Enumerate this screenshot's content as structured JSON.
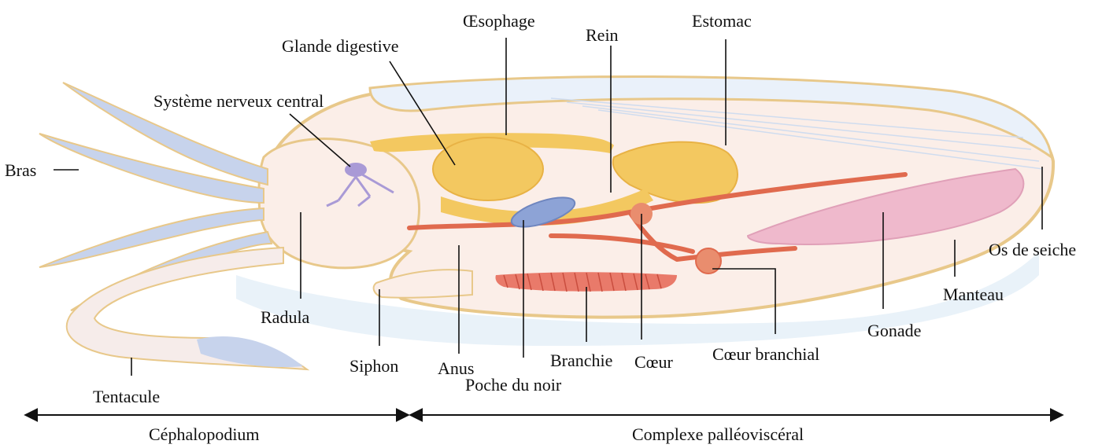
{
  "labels": {
    "bras": "Bras",
    "systeme_nerveux": "Système nerveux central",
    "glande_digestive": "Glande digestive",
    "oesophage": "Œsophage",
    "rein": "Rein",
    "estomac": "Estomac",
    "os_de_seiche": "Os de seiche",
    "manteau": "Manteau",
    "gonade": "Gonade",
    "coeur_branchial": "Cœur branchial",
    "coeur": "Cœur",
    "branchie": "Branchie",
    "poche_du_noir": "Poche du noir",
    "anus": "Anus",
    "siphon": "Siphon",
    "radula": "Radula",
    "tentacule": "Tentacule"
  },
  "regions": {
    "cephalopodium": "Céphalopodium",
    "complexe": "Complexe palléoviscéral"
  },
  "colors": {
    "body_fill": "#fbeee8",
    "body_outline": "#e8c88a",
    "organ_yellow": "#f3c860",
    "vessel_red": "#e06a4e",
    "gonad_pink": "#efb9cc",
    "arm_blue": "#b9c7e6",
    "ink_sac": "#8da3d6",
    "nerve_purple": "#a99ad6"
  }
}
